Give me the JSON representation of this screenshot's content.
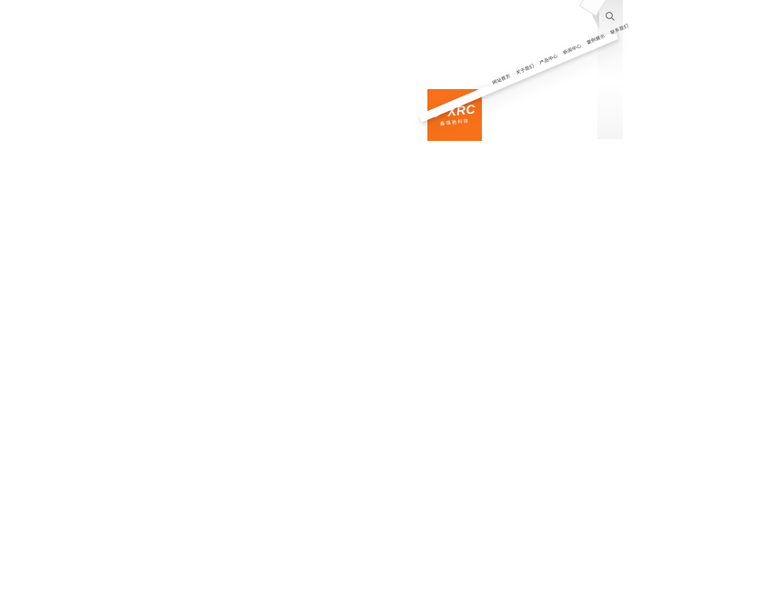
{
  "page": {
    "background": "#ffffff"
  },
  "header": {
    "logo": {
      "text": "XRC",
      "tagline": "鑫瑞驰科技",
      "color": "#f6711a",
      "icon": "swoosh-bird"
    },
    "nav": {
      "items": [
        {
          "label": "网站首页"
        },
        {
          "label": "关于我们"
        },
        {
          "label": "产品中心"
        },
        {
          "label": "新闻中心"
        },
        {
          "label": "案例展示"
        },
        {
          "label": "联系我们"
        }
      ]
    },
    "search": {
      "icon": "magnifier",
      "color": "#6b6b6b"
    }
  }
}
